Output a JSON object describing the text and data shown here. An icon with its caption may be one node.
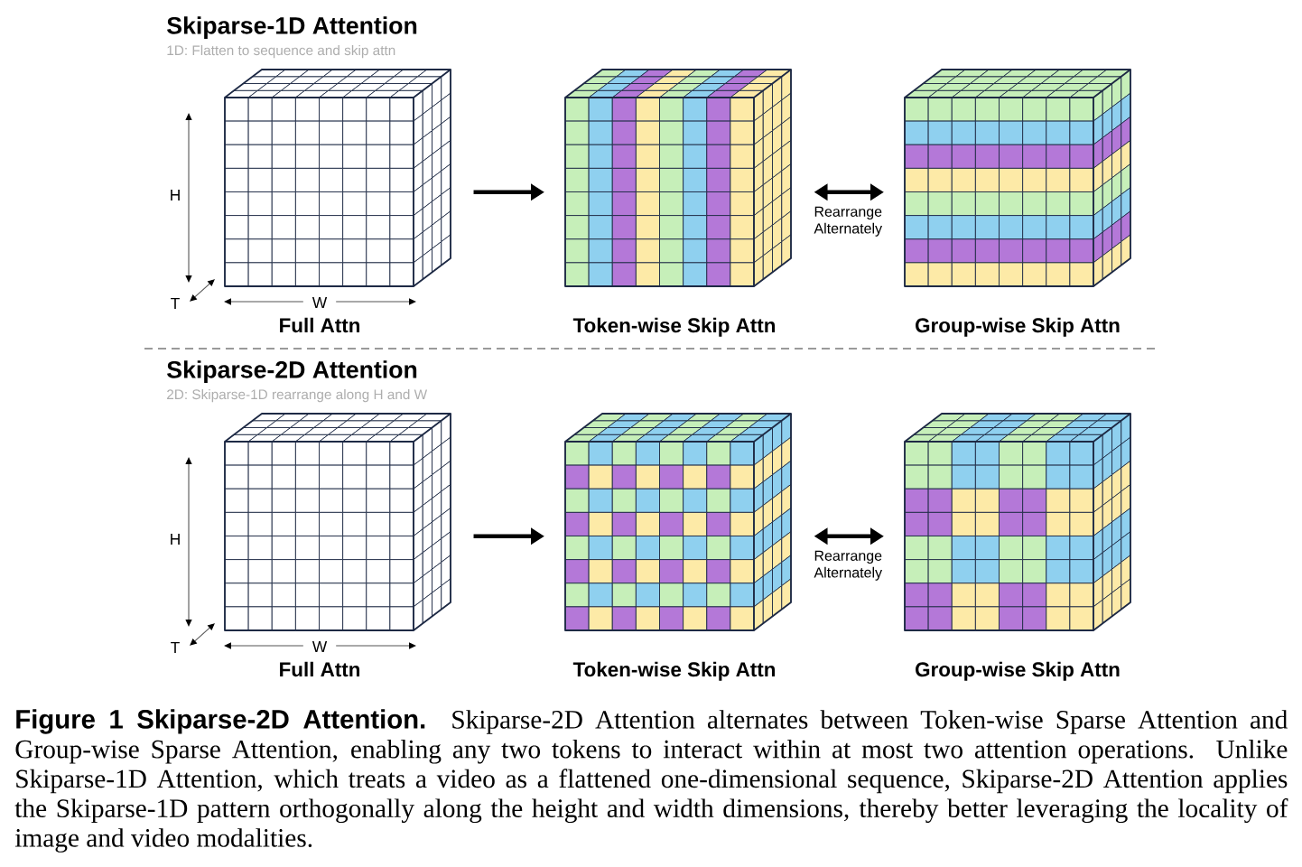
{
  "diagram": {
    "nodes": [
      {
        "text": [],
        "shape": "cube",
        "beside": [
          "Full Attn"
        ]
      },
      {
        "text": [],
        "shape": "cube",
        "beside": [
          "Token-wise Skip Attn"
        ]
      },
      {
        "text": [],
        "shape": "cube",
        "beside": [
          "Group-wise Skip Attn"
        ]
      },
      {
        "text": [],
        "shape": "cube",
        "beside": [
          "Full Attn"
        ]
      },
      {
        "text": [],
        "shape": "cube",
        "beside": [
          "Token-wise Skip Attn"
        ]
      },
      {
        "text": [],
        "shape": "cube",
        "beside": [
          "Group-wise Skip Attn"
        ]
      }
    ],
    "edges": [
      {
        "from": 0,
        "to": 1,
        "arrow": "to"
      },
      {
        "from": 1,
        "to": 2,
        "arrow": "both",
        "label": "Rearrange Alternately"
      },
      {
        "from": 3,
        "to": 4,
        "arrow": "to"
      },
      {
        "from": 4,
        "to": 5,
        "arrow": "both",
        "label": "Rearrange Alternately"
      }
    ],
    "labels": [
      "Skiparse-1D Attention",
      "1D: Flatten to sequence and skip attn",
      "H",
      "T",
      "W",
      "Skiparse-2D Attention",
      "2D: Skiparse-1D rearrange along H and W",
      "H",
      "T",
      "W"
    ],
    "caption": "**Figure 1 Skiparse-2D Attention.** Skiparse-2D Attention alternates between Token-wise Sparse Attention and Group-wise Sparse Attention, enabling any two tokens to interact within at most two attention operations. Unlike Skiparse-1D Attention, which treats a video as a flattened one-dimensional sequence, Skiparse-2D Attention applies the Skiparse-1D pattern orthogonally along the height and width dimensions, thereby better leveraging the locality of image and video modalities."
  }
}
